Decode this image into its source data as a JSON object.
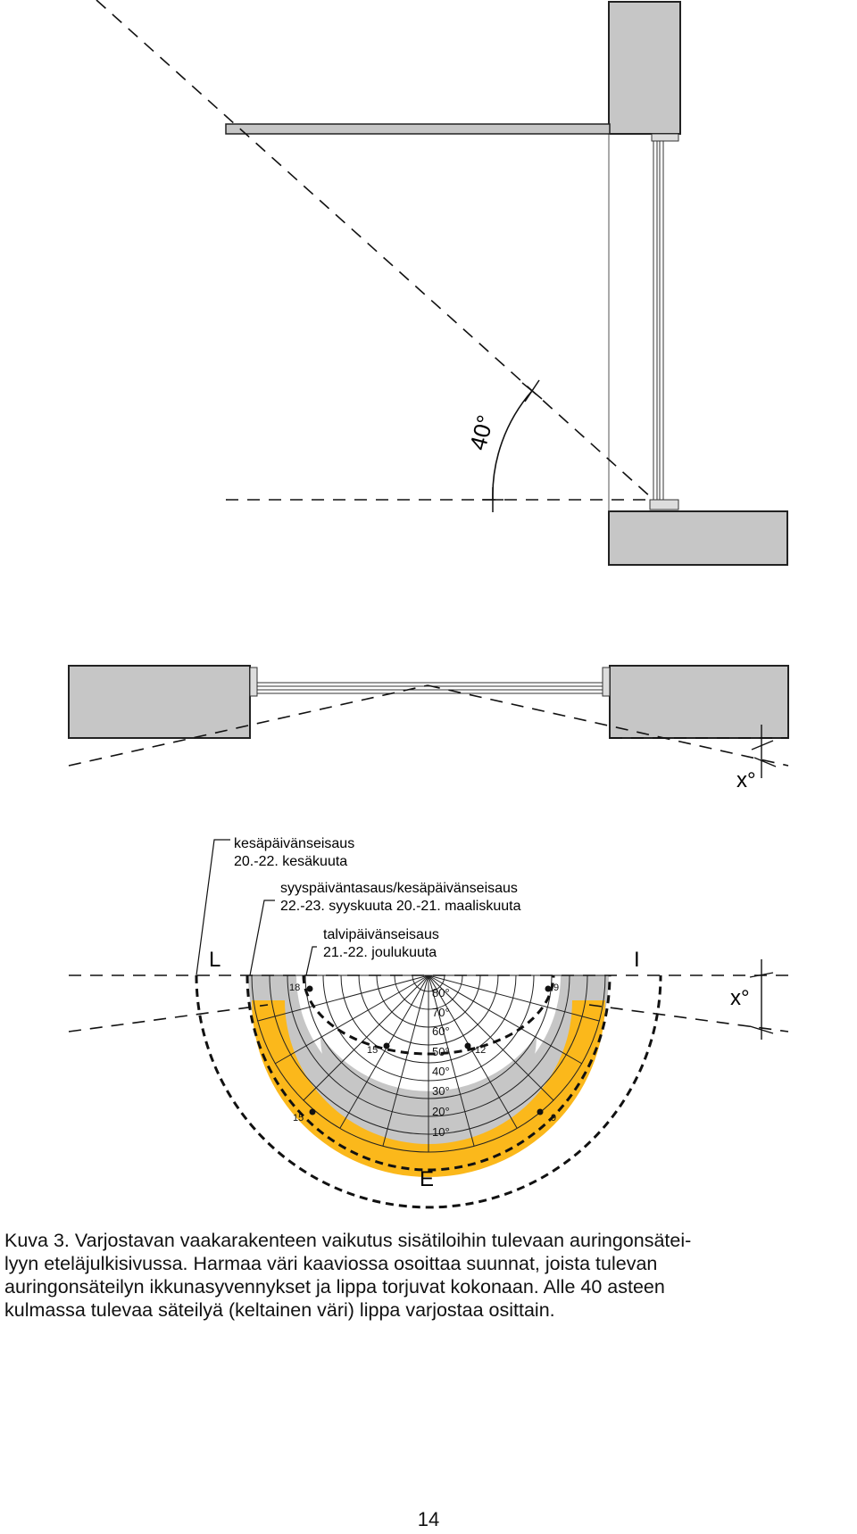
{
  "elevation": {
    "angle_label": "40°"
  },
  "plan": {
    "angle_label": "x°"
  },
  "sun_chart": {
    "leaders": [
      {
        "line1": "kesäpäivänseisaus",
        "line2": "20.-22. kesäkuuta"
      },
      {
        "line1": "syyspäiväntasaus/kesäpäivänseisaus",
        "line2": "22.-23. syyskuuta  20.-21. maaliskuuta"
      },
      {
        "line1": "talvipäivänseisaus",
        "line2": "21.-22. joulukuuta"
      }
    ],
    "direction_labels": {
      "left": "L",
      "right": "I",
      "bottom": "E"
    },
    "angle_label": "x°",
    "altitude_labels": [
      "80°",
      "70°",
      "60°",
      "50°",
      "40°",
      "30°",
      "20°",
      "10°"
    ],
    "hour_labels": [
      "18",
      "9",
      "15",
      "12",
      "15",
      "9"
    ],
    "colors": {
      "gray_zone": "#c6c6c6",
      "yellow_zone": "#fbb81b"
    }
  },
  "caption": {
    "line1": "Kuva 3. Varjostavan vaakarakenteen vaikutus sisätiloihin tulevaan auringonsätei-",
    "line2": "lyyn eteläjulkisivussa. Harmaa väri kaaviossa osoittaa suunnat, joista tulevan",
    "line3": "auringonsäteilyn ikkunasyvennykset ja lippa torjuvat kokonaan. Alle 40 asteen",
    "line4": "kulmassa tulevaa säteilyä (keltainen väri) lippa varjostaa osittain."
  },
  "page_number": "14"
}
